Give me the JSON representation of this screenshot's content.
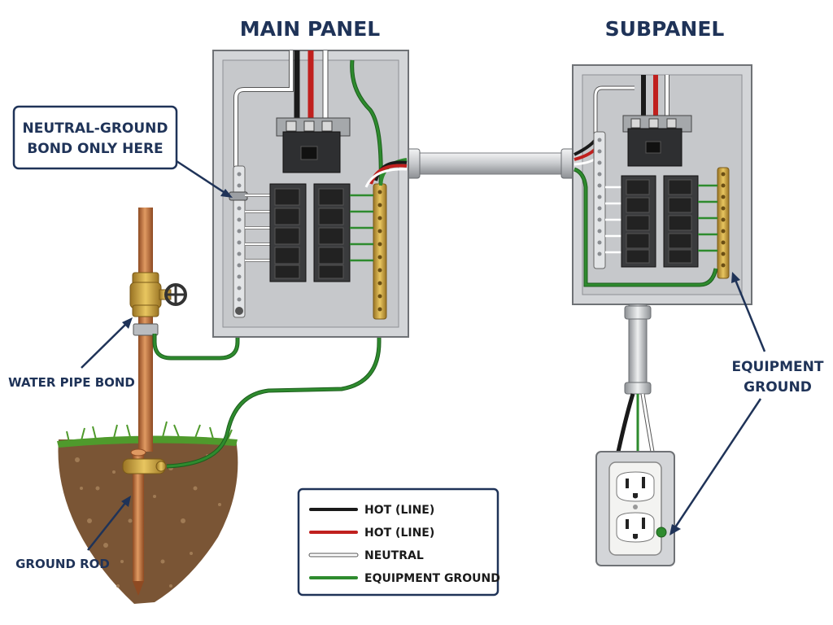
{
  "titles": {
    "main_panel": "MAIN PANEL",
    "subpanel": "SUBPANEL"
  },
  "callouts": {
    "bond_line1": "NEUTRAL-GROUND",
    "bond_line2": "BOND ONLY HERE",
    "water_pipe": "WATER PIPE BOND",
    "ground_rod": "GROUND ROD",
    "equip_line1": "EQUIPMENT",
    "equip_line2": "GROUND"
  },
  "legend": [
    {
      "label": "HOT (LINE)",
      "color": "#1a1a1a"
    },
    {
      "label": "HOT (LINE)",
      "color": "#c0201e"
    },
    {
      "label": "NEUTRAL",
      "color": "#ffffff"
    },
    {
      "label": "EQUIPMENT GROUND",
      "color": "#2e8b2e"
    }
  ],
  "colors": {
    "title": "#1f3358",
    "hot_black": "#1a1a1a",
    "hot_red": "#c0201e",
    "neutral": "#ffffff",
    "ground": "#2e8b2e",
    "copper": "#c4733a",
    "brass": "#d8b048",
    "panel": "#d3d5d8",
    "panel_inner": "#c6c8cb",
    "soil": "#7a5535",
    "grass": "#4f9a2c"
  }
}
